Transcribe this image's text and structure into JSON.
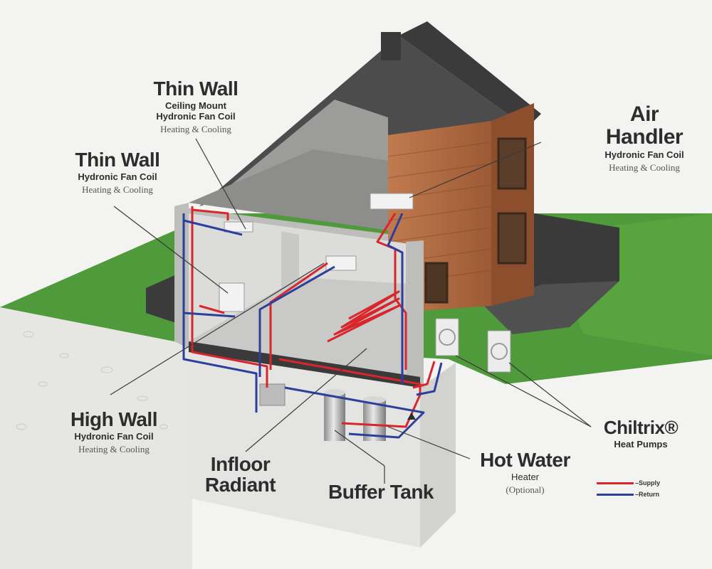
{
  "labels": {
    "thin_wall_ceiling": {
      "title": "Thin Wall",
      "line1": "Ceiling Mount",
      "line2": "Hydronic Fan Coil",
      "note": "Heating & Cooling"
    },
    "thin_wall": {
      "title": "Thin Wall",
      "line1": "Hydronic Fan Coil",
      "note": "Heating & Cooling"
    },
    "air_handler": {
      "title_line1": "Air",
      "title_line2": "Handler",
      "line1": "Hydronic Fan Coil",
      "note": "Heating & Cooling"
    },
    "high_wall": {
      "title": "High Wall",
      "line1": "Hydronic Fan Coil",
      "note": "Heating & Cooling"
    },
    "infloor": {
      "title_line1": "Infloor",
      "title_line2": "Radiant"
    },
    "buffer_tank": {
      "title": "Buffer Tank"
    },
    "hot_water": {
      "title": "Hot Water",
      "line1": "Heater",
      "note": "(Optional)"
    },
    "chiltrix": {
      "title": "Chiltrix®",
      "line1": "Heat Pumps"
    }
  },
  "legend": {
    "supply": {
      "label": "–Supply",
      "color": "#d8262c"
    },
    "return": {
      "label": "–Return",
      "color": "#2b3f9b"
    }
  },
  "colors": {
    "supply": "#d8262c",
    "return": "#2b3f9b",
    "grass": "#4f9a3a",
    "roof": "#4c4c4c",
    "wood": "#b06a42",
    "concrete": "#cfcfcf"
  }
}
